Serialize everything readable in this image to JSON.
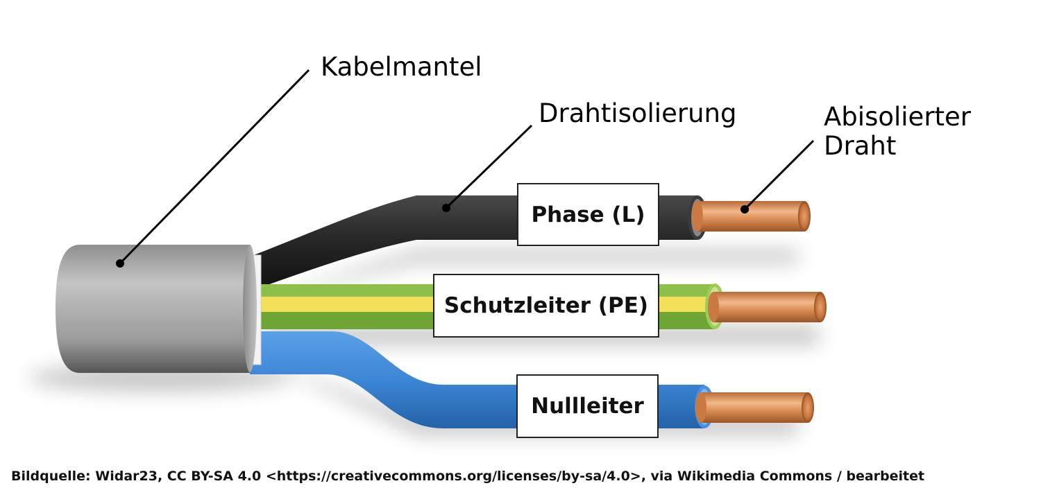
{
  "callouts": {
    "jacket": "Kabelmantel",
    "insulation": "Drahtisolierung",
    "stripped_line1": "Abisolierter",
    "stripped_line2": "Draht"
  },
  "wires": {
    "phase": "Phase (L)",
    "earth": "Schutzleiter (PE)",
    "neutral": "Nullleiter"
  },
  "credit": "Bildquelle: Widar23, CC BY-SA 4.0 <https://creativecommons.org/licenses/by-sa/4.0>, via Wikimedia Commons / bearbeitet",
  "colors": {
    "jacket": "#a9a9a9",
    "phase": "#2b2b2b",
    "earth_green": "#7fb23c",
    "earth_yellow": "#f2e05a",
    "neutral": "#3b86d6",
    "copper": "#d4844b"
  }
}
